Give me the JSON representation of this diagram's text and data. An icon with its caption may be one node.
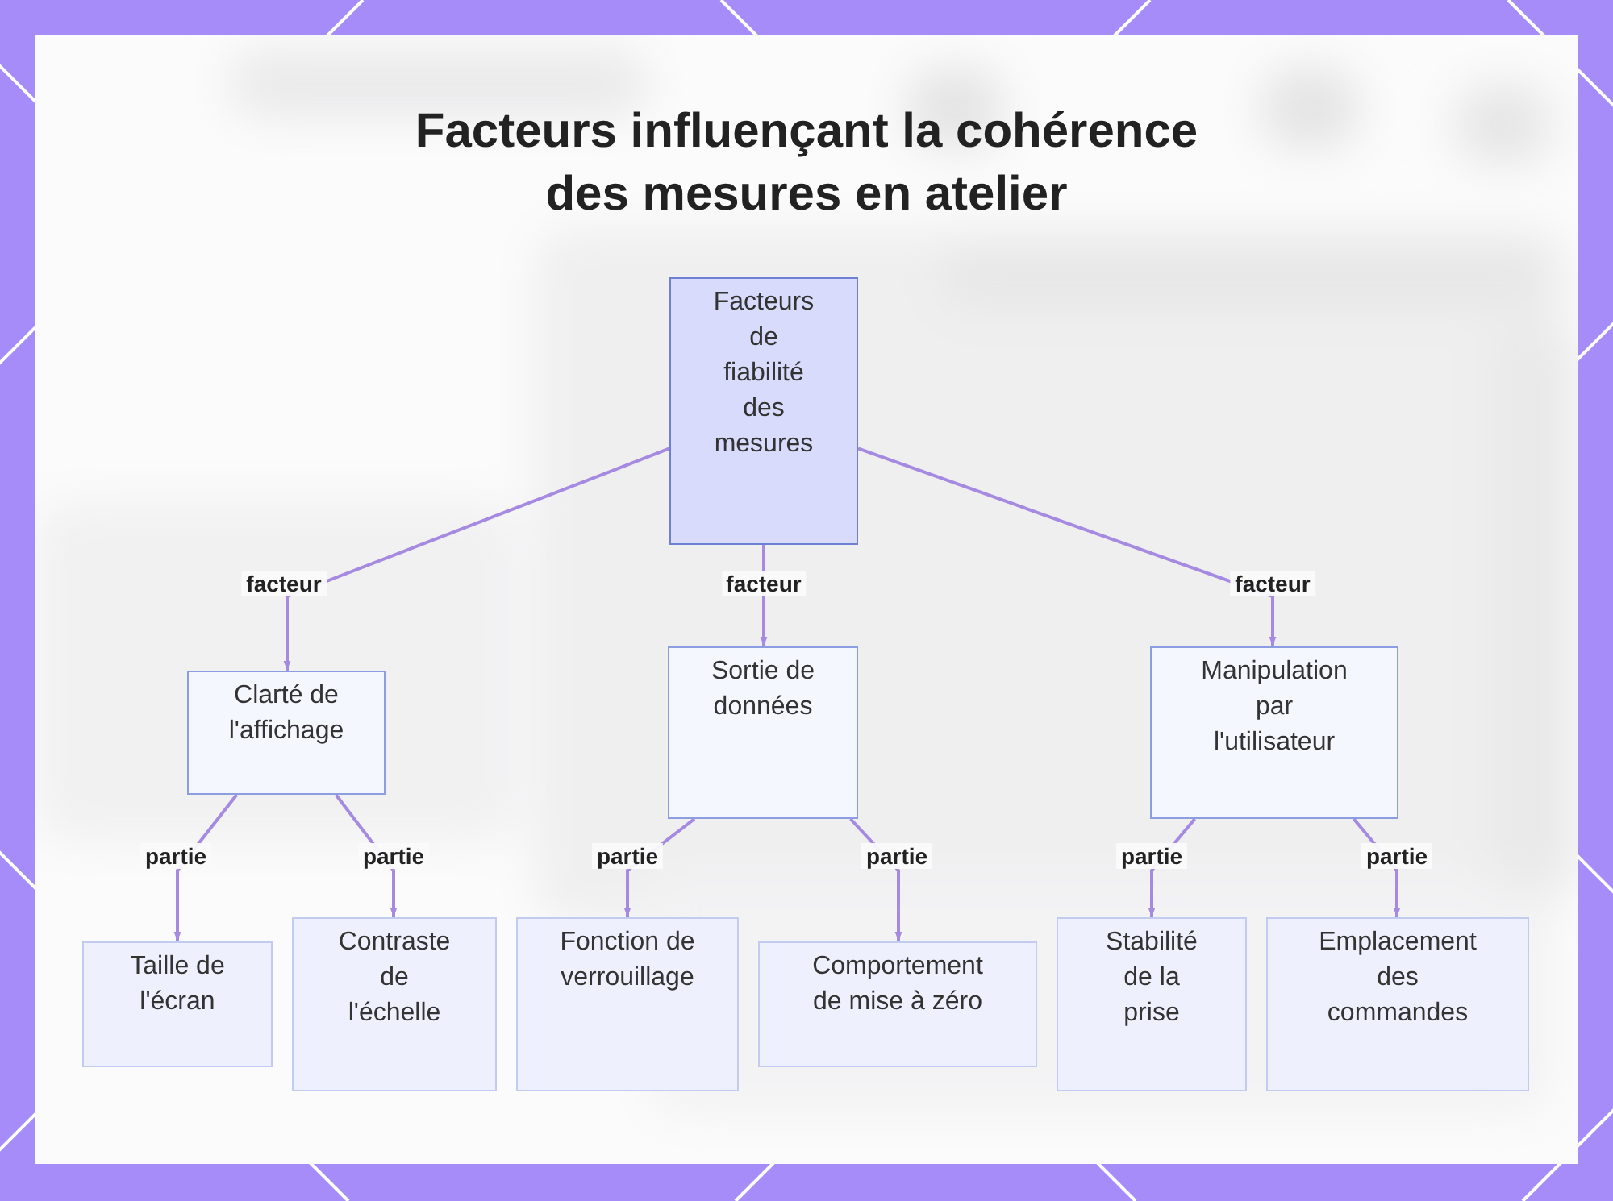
{
  "diagram": {
    "title": "Facteurs influençant la cohérence des mesures en atelier",
    "nodes": [
      {
        "text": [
          "Facteurs de fiabilité des mesures"
        ]
      },
      {
        "text": [
          "Clarté de l'affichage"
        ]
      },
      {
        "text": [
          "Sortie de données"
        ]
      },
      {
        "text": [
          "Manipulation par l'utilisateur"
        ]
      },
      {
        "text": [
          "Taille de l'écran"
        ]
      },
      {
        "text": [
          "Contraste de l'échelle"
        ]
      },
      {
        "text": [
          "Fonction de verrouillage"
        ]
      },
      {
        "text": [
          "Comportement de mise à zéro"
        ]
      },
      {
        "text": [
          "Stabilité de la prise"
        ]
      },
      {
        "text": [
          "Emplacement des commandes"
        ]
      }
    ],
    "edges": [
      {
        "from": 0,
        "to": 1,
        "arrow": "to",
        "label": "facteur"
      },
      {
        "from": 0,
        "to": 2,
        "arrow": "to",
        "label": "facteur"
      },
      {
        "from": 0,
        "to": 3,
        "arrow": "to",
        "label": "facteur"
      },
      {
        "from": 1,
        "to": 4,
        "arrow": "to",
        "label": "partie"
      },
      {
        "from": 1,
        "to": 5,
        "arrow": "to",
        "label": "partie"
      },
      {
        "from": 2,
        "to": 6,
        "arrow": "to",
        "label": "partie"
      },
      {
        "from": 2,
        "to": 7,
        "arrow": "to",
        "label": "partie"
      },
      {
        "from": 3,
        "to": 8,
        "arrow": "to",
        "label": "partie"
      },
      {
        "from": 3,
        "to": 9,
        "arrow": "to",
        "label": "partie"
      }
    ]
  }
}
